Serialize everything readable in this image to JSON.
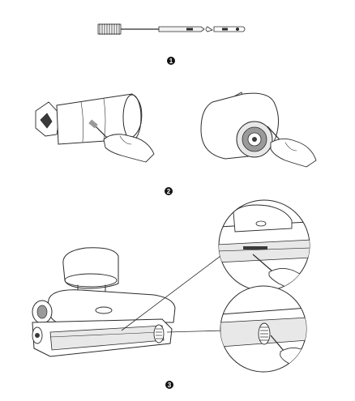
{
  "steps": [
    {
      "number": "1"
    },
    {
      "number": "2"
    },
    {
      "number": "3"
    }
  ],
  "colors": {
    "line": "#2b2b2b",
    "fill_light": "#e8e8e8",
    "fill_mid": "#9a9a9a",
    "fill_dark": "#3a3a3a",
    "badge": "#111111"
  }
}
